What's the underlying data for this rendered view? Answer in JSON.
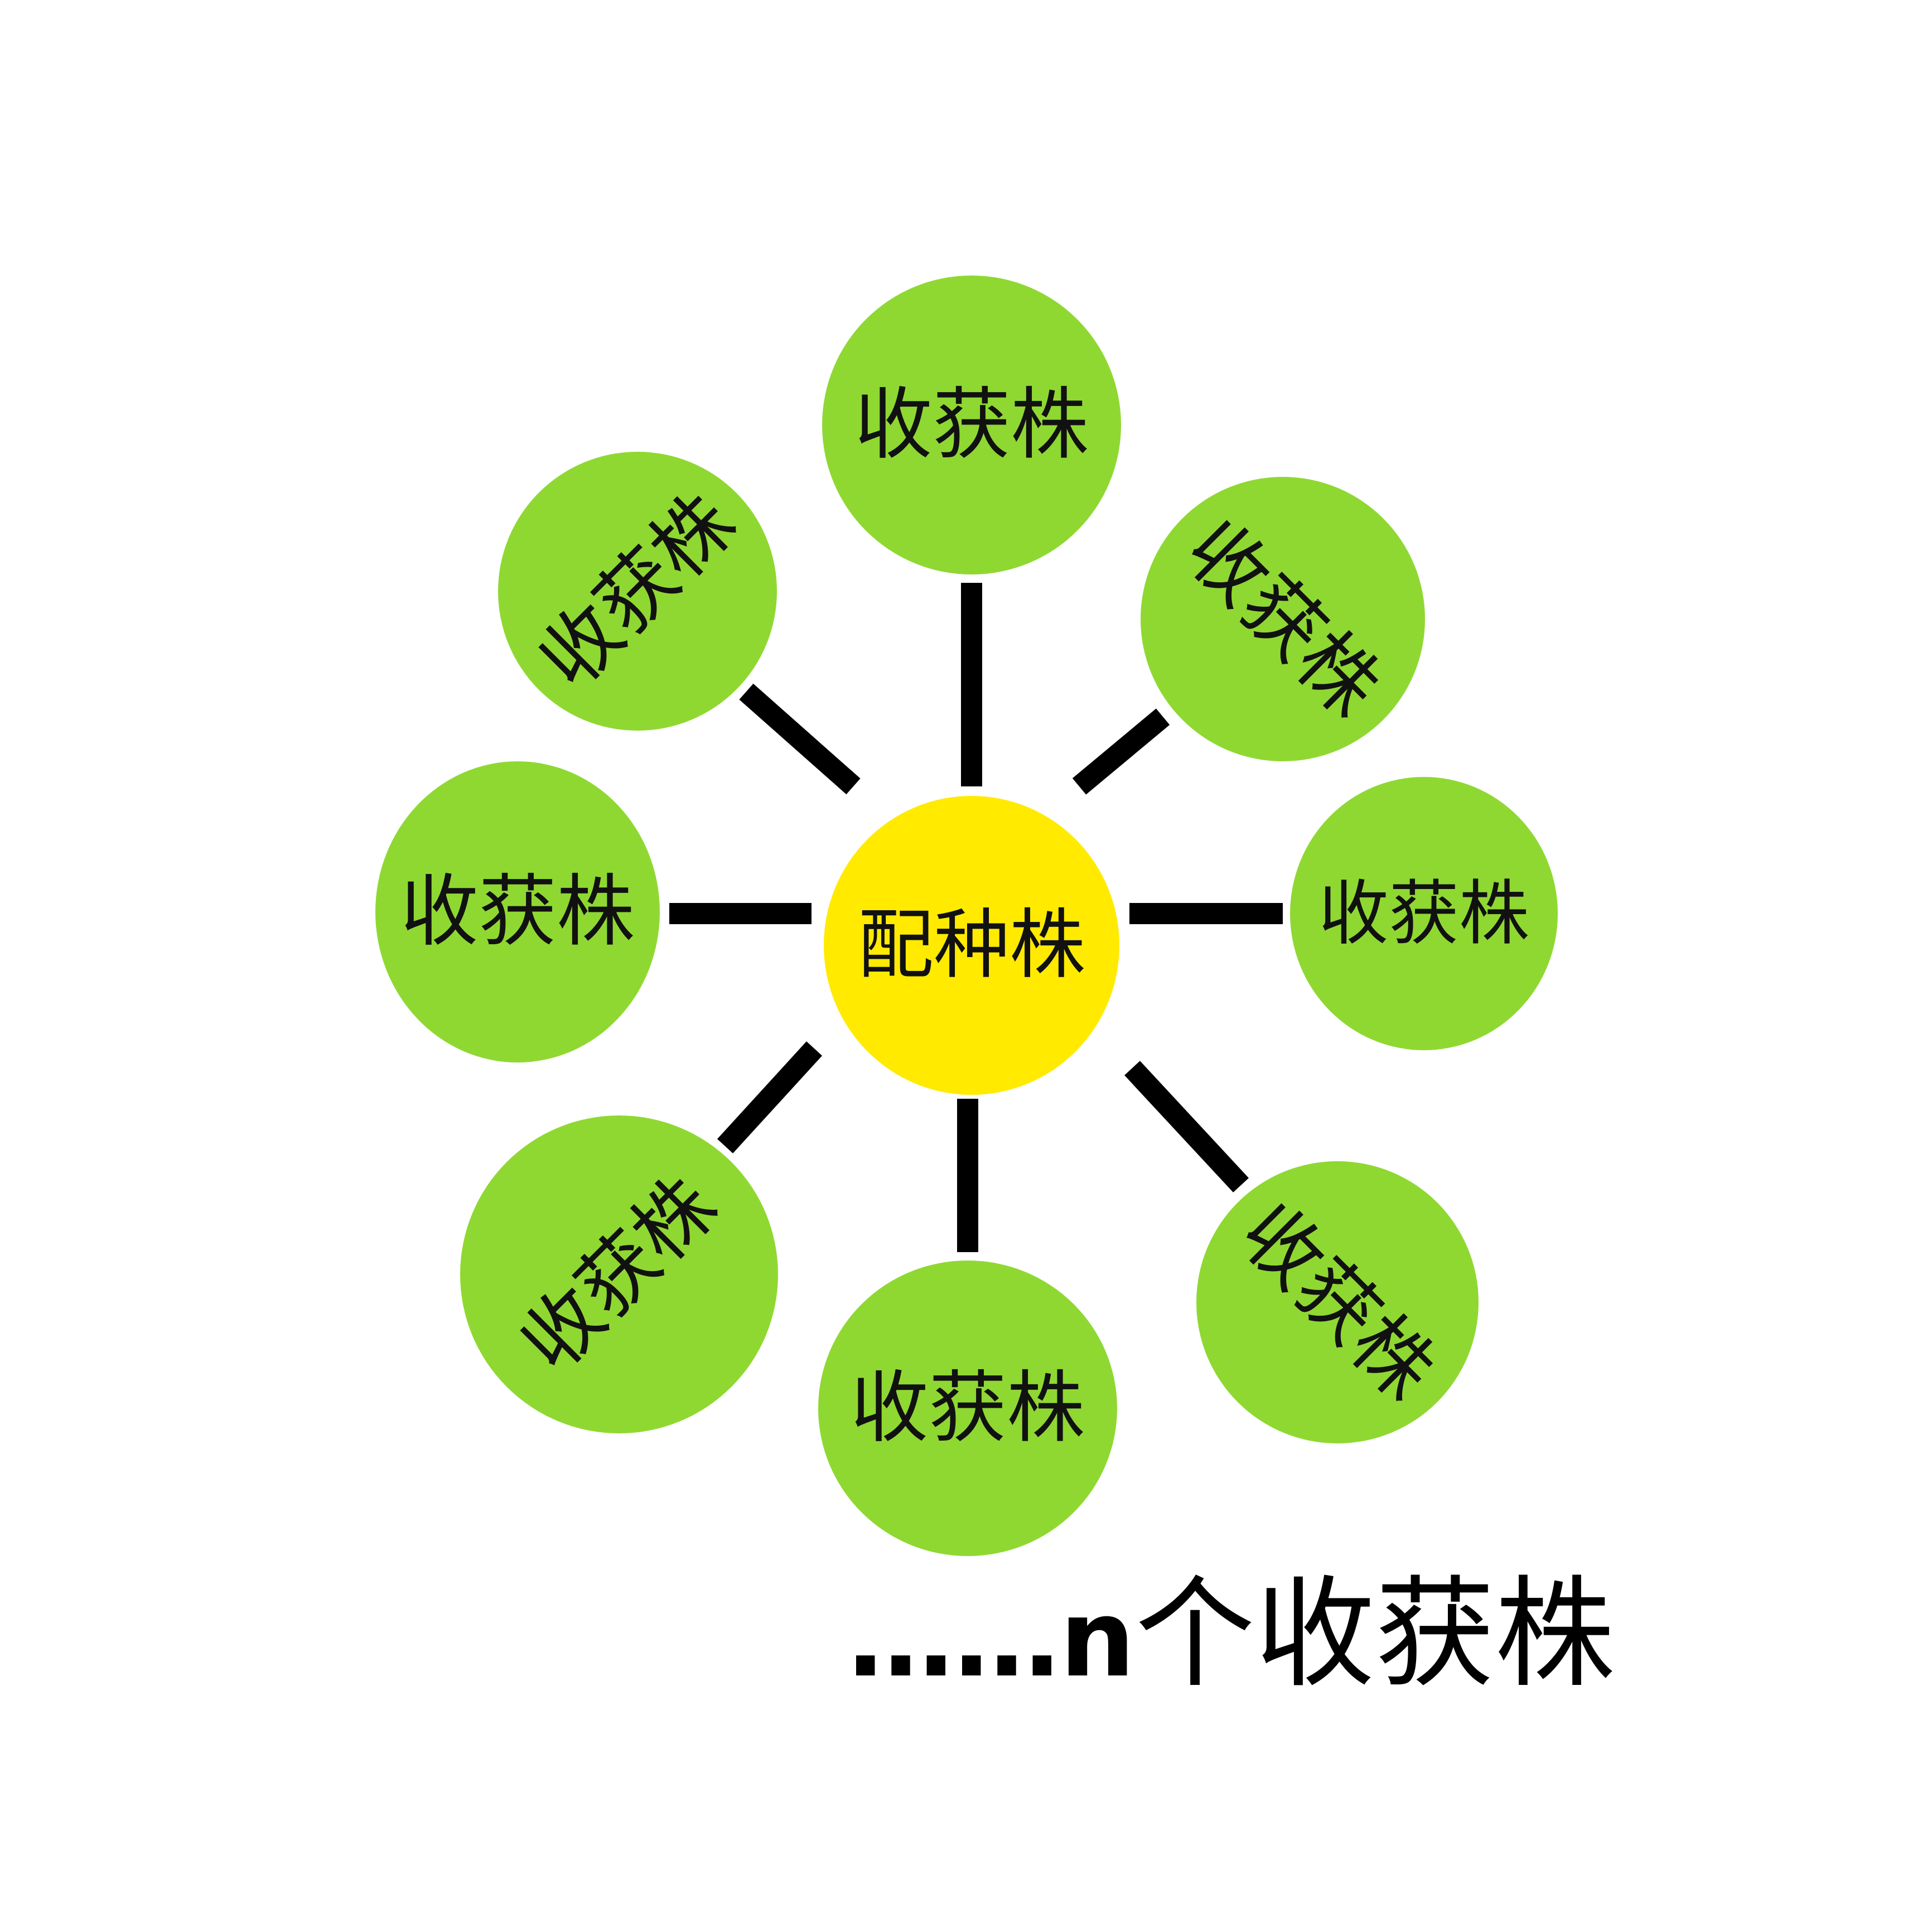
{
  "colors": {
    "center_fill": "#ffea00",
    "outer_fill": "#8fd832",
    "connector": "#000000",
    "label": "#111111"
  },
  "center": {
    "label": "配种株"
  },
  "outer_nodes": [
    {
      "label": "收获株"
    },
    {
      "label": "收获株"
    },
    {
      "label": "收获株"
    },
    {
      "label": "收获株"
    },
    {
      "label": "收获株"
    },
    {
      "label": "收获株"
    },
    {
      "label": "收获株"
    },
    {
      "label": "收获株"
    }
  ],
  "caption": {
    "prefix": "……n",
    "text": "个收获株"
  }
}
